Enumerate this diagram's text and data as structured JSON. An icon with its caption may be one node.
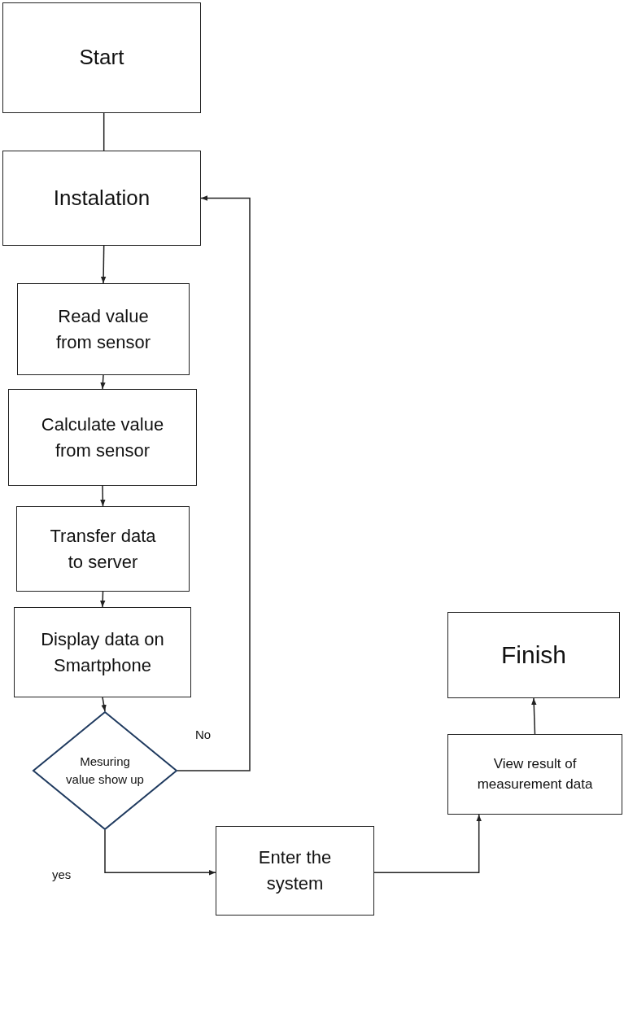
{
  "diagram": {
    "nodes": [
      {
        "text": [
          "Start"
        ]
      },
      {
        "text": [
          "Instalation"
        ]
      },
      {
        "text": [
          "Read value from sensor"
        ]
      },
      {
        "text": [
          "Calculate value from sensor"
        ]
      },
      {
        "text": [
          "Transfer data to server"
        ]
      },
      {
        "text": [
          "Display data on Smartphone"
        ]
      },
      {
        "text": [
          "Mesuring value show up"
        ]
      },
      {
        "text": [
          "Enter the system"
        ]
      },
      {
        "text": [
          "View  result of measurement data"
        ]
      },
      {
        "text": [
          "Finish"
        ]
      }
    ],
    "edges": [
      {
        "from": 0,
        "to": 1,
        "arrow": "none"
      },
      {
        "from": 1,
        "to": 2,
        "arrow": "to"
      },
      {
        "from": 2,
        "to": 3,
        "arrow": "to"
      },
      {
        "from": 3,
        "to": 4,
        "arrow": "to"
      },
      {
        "from": 4,
        "to": 5,
        "arrow": "to"
      },
      {
        "from": 5,
        "to": 6,
        "arrow": "to"
      },
      {
        "from": 6,
        "to": 1,
        "arrow": "to",
        "label": "No"
      },
      {
        "from": 6,
        "to": 7,
        "arrow": "to",
        "label": "yes"
      },
      {
        "from": 7,
        "to": 8,
        "arrow": "to"
      },
      {
        "from": 8,
        "to": 9,
        "arrow": "to"
      }
    ]
  }
}
